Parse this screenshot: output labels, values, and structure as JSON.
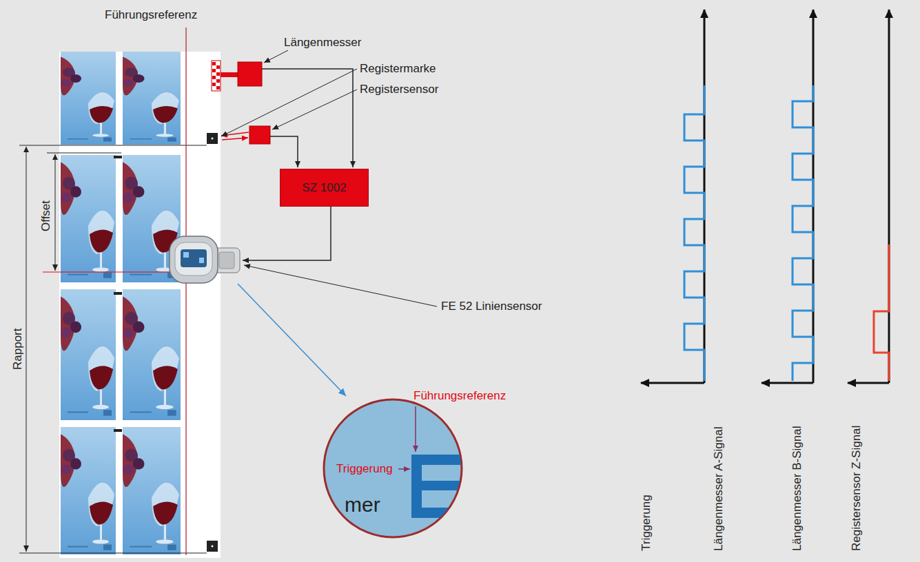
{
  "diagram": {
    "nodes": [
      {
        "text": [
          "SZ 1002"
        ]
      }
    ],
    "labels": [
      "Führungsreferenz",
      "Längenmesser",
      "Registermarke",
      "Registersensor",
      "FE 52 Liniensensor",
      "Offset",
      "Rapport",
      "Führungsreferenz",
      "Triggerung",
      "mer",
      "Triggerung",
      "Längenmesser A-Signal",
      "Längenmesser B-Signal",
      "Registersensor Z-Signal"
    ]
  }
}
